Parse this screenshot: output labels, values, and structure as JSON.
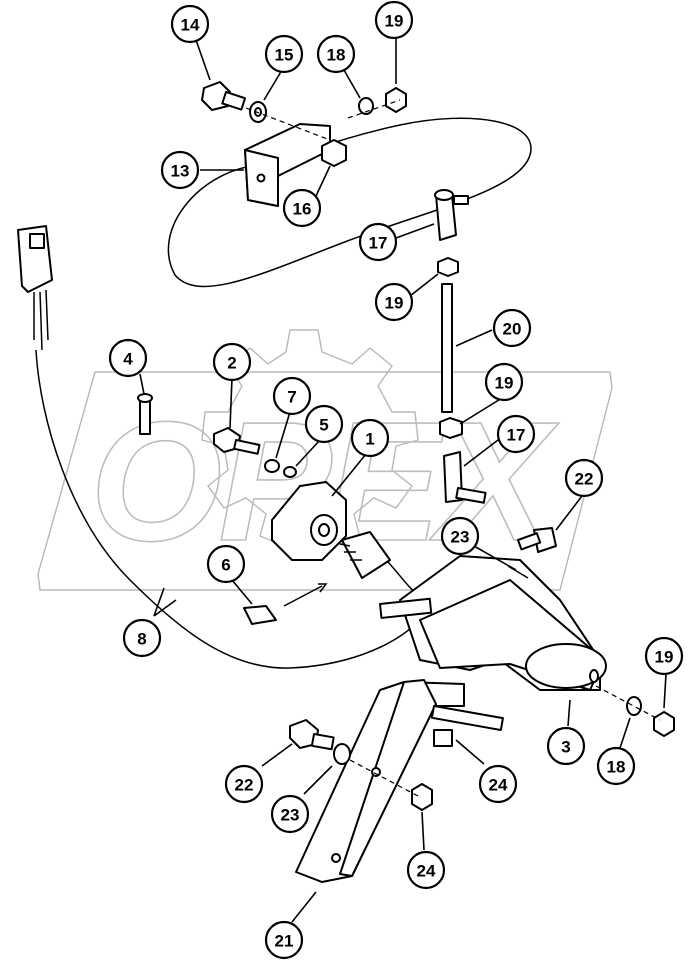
{
  "diagram": {
    "watermark_text": "OPEX",
    "callouts": [
      {
        "id": "c14",
        "label": "14"
      },
      {
        "id": "c15",
        "label": "15"
      },
      {
        "id": "c18a",
        "label": "18"
      },
      {
        "id": "c19a",
        "label": "19"
      },
      {
        "id": "c13",
        "label": "13"
      },
      {
        "id": "c16",
        "label": "16"
      },
      {
        "id": "c17a",
        "label": "17"
      },
      {
        "id": "c19b",
        "label": "19"
      },
      {
        "id": "c20",
        "label": "20"
      },
      {
        "id": "c4",
        "label": "4"
      },
      {
        "id": "c2",
        "label": "2"
      },
      {
        "id": "c7",
        "label": "7"
      },
      {
        "id": "c5",
        "label": "5"
      },
      {
        "id": "c1",
        "label": "1"
      },
      {
        "id": "c19c",
        "label": "19"
      },
      {
        "id": "c17b",
        "label": "17"
      },
      {
        "id": "c22a",
        "label": "22"
      },
      {
        "id": "c23a",
        "label": "23"
      },
      {
        "id": "c6",
        "label": "6"
      },
      {
        "id": "c8",
        "label": "8"
      },
      {
        "id": "c19d",
        "label": "19"
      },
      {
        "id": "c3",
        "label": "3"
      },
      {
        "id": "c18b",
        "label": "18"
      },
      {
        "id": "c22b",
        "label": "22"
      },
      {
        "id": "c24a",
        "label": "24"
      },
      {
        "id": "c23b",
        "label": "23"
      },
      {
        "id": "c24b",
        "label": "24"
      },
      {
        "id": "c21",
        "label": "21"
      }
    ]
  }
}
